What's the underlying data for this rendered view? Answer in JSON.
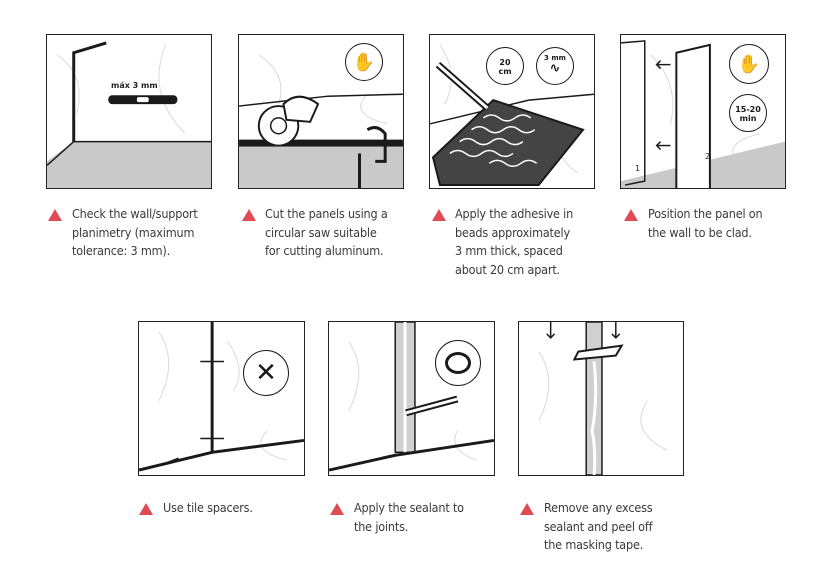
{
  "steps": [
    {
      "caption": [
        "Check the wall/support",
        "planimetry (maximum",
        "tolerance: 3 mm)."
      ],
      "panel_label": "máx 3 mm"
    },
    {
      "caption": [
        "Cut the panels using a",
        "circular saw suitable",
        "for cutting aluminum."
      ],
      "icon": "gloves-icon"
    },
    {
      "caption": [
        "Apply the adhesive in",
        "beads approximately",
        "3 mm thick, spaced",
        "about 20 cm apart."
      ],
      "badge_spacing": [
        "20",
        "cm"
      ],
      "badge_thickness": "3 mm"
    },
    {
      "caption": [
        "Position the panel on",
        "the wall to be clad."
      ],
      "badge_time": [
        "15-20",
        "min"
      ],
      "panel_numbers": [
        "1",
        "2"
      ],
      "icon": "gloves-icon"
    },
    {
      "caption": [
        "Use tile spacers."
      ],
      "icon": "cross-icon"
    },
    {
      "caption": [
        "Apply the sealant to",
        "the joints."
      ],
      "icon": "tape-roll-icon"
    },
    {
      "caption": [
        "Remove any excess",
        "sealant and peel off",
        "the masking tape."
      ]
    }
  ],
  "colors": {
    "accent_triangle": "#e04a52",
    "floor": "#c9c9c9",
    "line": "#1a1a1a"
  }
}
